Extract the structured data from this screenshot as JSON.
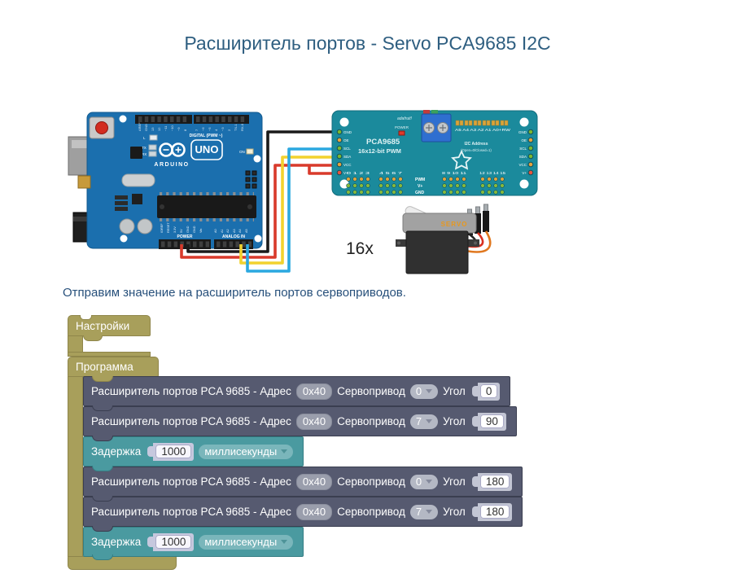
{
  "page": {
    "title": "Расширитель портов - Servo PCA9685 I2C",
    "intro": "Отправим значение на расширитель портов сервоприводов."
  },
  "colors": {
    "title_blue": "#2e5e80",
    "block_olive": "#a89f5b",
    "block_dark": "#565a70",
    "block_teal": "#4a9aa0",
    "wire_black": "#1a1a1a",
    "wire_red": "#d93a2b",
    "wire_yellow": "#f2d22e",
    "wire_blue": "#2ba8e0",
    "arduino_blue": "#1b6fae",
    "pca_teal": "#1b8a9c"
  },
  "circuit": {
    "arduino": {
      "digital_label": "DIGITAL (PWM ~)",
      "digital_pins": [
        "AREF",
        "GND",
        "13",
        "12",
        "~11",
        "~10",
        "~9",
        "8",
        "7",
        "~6",
        "~5",
        "4",
        "~3",
        "2",
        "TX-1",
        "RX-0"
      ],
      "logo": "UNO",
      "brand": "ARDUINO",
      "led_l": "L",
      "led_tx": "TX",
      "led_rx": "RX",
      "led_on": "ON",
      "power_label": "POWER",
      "analog_label": "ANALOG IN",
      "power_pins": [
        "IOREF",
        "RESET",
        "3.3V",
        "5V",
        "GND",
        "GND",
        "Vin"
      ],
      "analog_pins": [
        "A0",
        "A1",
        "A2",
        "A3",
        "A4",
        "A5"
      ]
    },
    "pca": {
      "vendor": "adafruit!",
      "power_label": "POWER",
      "name": "PCA9685",
      "subtitle": "16x12-bit PWM",
      "i2c_title": "I2C Address",
      "i2c_note": "(Open=0/Closed=1)",
      "jumper_labels": "A5 A4 A3 A2 A1 A0+RW",
      "left_pins": [
        "GND",
        "OE",
        "SCL",
        "SDA",
        "VCC",
        "V+"
      ],
      "right_pins": [
        "GND",
        "OE",
        "SCL",
        "SDA",
        "VCC",
        "V+"
      ],
      "channel_groups": [
        "0 1 2 3",
        "4 5 6 7",
        "8 9 10 11",
        "12 13 14 15"
      ],
      "row_labels": [
        "PWM",
        "V+",
        "GND"
      ]
    },
    "servo": {
      "count": "16x",
      "label": "SERVO"
    }
  },
  "blocks": {
    "settings_label": "Настройки",
    "program_label": "Программа",
    "rows": [
      {
        "type": "servo",
        "label": "Расширитель портов PCA 9685 - Адрес",
        "address": "0x40",
        "servo_label": "Сервопривод",
        "servo": "0",
        "angle_label": "Угол",
        "angle": "0"
      },
      {
        "type": "servo",
        "label": "Расширитель портов PCA 9685 - Адрес",
        "address": "0x40",
        "servo_label": "Сервопривод",
        "servo": "7",
        "angle_label": "Угол",
        "angle": "90"
      },
      {
        "type": "delay",
        "label": "Задержка",
        "value": "1000",
        "unit": "миллисекунды"
      },
      {
        "type": "servo",
        "label": "Расширитель портов PCA 9685 - Адрес",
        "address": "0x40",
        "servo_label": "Сервопривод",
        "servo": "0",
        "angle_label": "Угол",
        "angle": "180"
      },
      {
        "type": "servo",
        "label": "Расширитель портов PCA 9685 - Адрес",
        "address": "0x40",
        "servo_label": "Сервопривод",
        "servo": "7",
        "angle_label": "Угол",
        "angle": "180"
      },
      {
        "type": "delay",
        "label": "Задержка",
        "value": "1000",
        "unit": "миллисекунды"
      }
    ]
  }
}
